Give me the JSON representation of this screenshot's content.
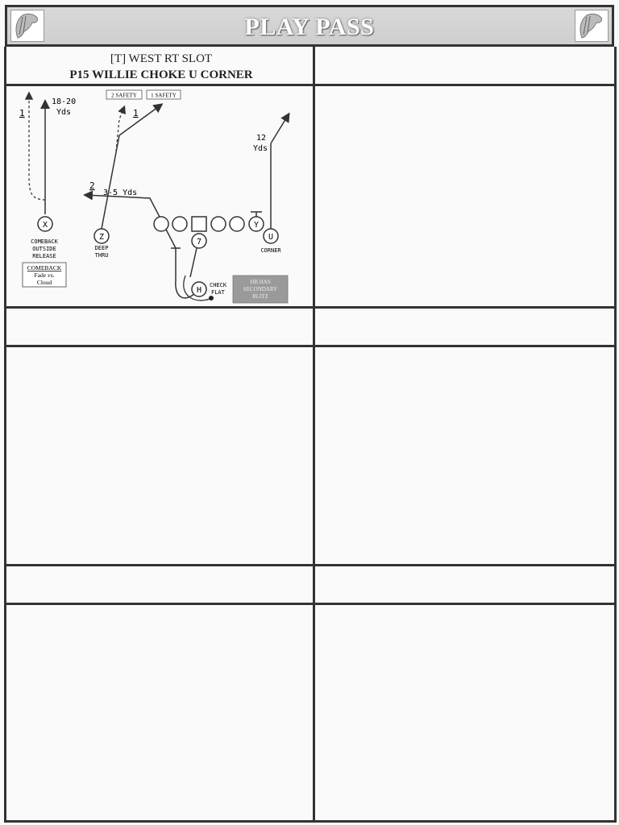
{
  "header": {
    "title": "PLAY PASS"
  },
  "play": {
    "formation": "[T] WEST RT SLOT",
    "name": "P15 WILLIE CHOKE U CORNER"
  },
  "diagram": {
    "labels": {
      "safety2": "2 SAFETY",
      "safety1": "1 SAFETY",
      "x_depth": "18-20",
      "x_yds": "Yds",
      "x_read": "1",
      "z_read": "1",
      "h_read": "2",
      "h_depth": "3-5 Yds",
      "u_depth": "12",
      "u_yds": "Yds",
      "x_note1": "COMEBACK",
      "x_note2": "OUTSIDE",
      "x_note3": "RELEASE",
      "x_box_title": "COMEBACK",
      "x_box_line1": "Fade vs.",
      "x_box_line2": "Cloud",
      "z_note1": "DEEP",
      "z_note2": "THRU",
      "u_note": "CORNER",
      "h_note1": "CHECK",
      "h_note2": "FLAT",
      "blitz1": "HB HAS",
      "blitz2": "SECONDARY",
      "blitz3": "BLITZ"
    },
    "players": {
      "x": "X",
      "z": "Z",
      "y": "Y",
      "u": "U",
      "qb": "7",
      "h": "H"
    }
  }
}
